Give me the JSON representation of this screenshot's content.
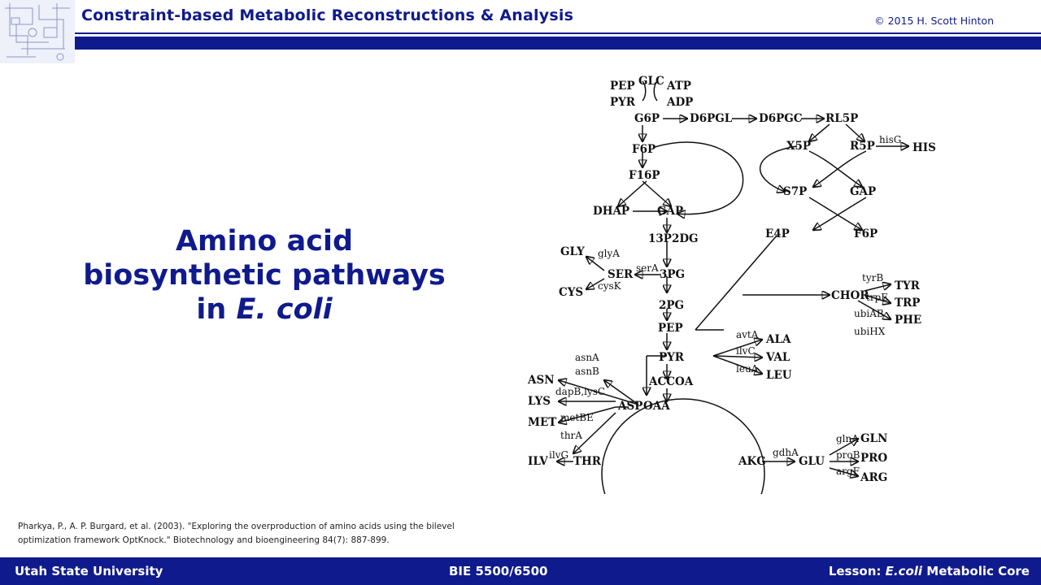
{
  "header": {
    "title": "Constraint-based Metabolic Reconstructions & Analysis",
    "copyright": "© 2015 H. Scott Hinton"
  },
  "slide": {
    "title_line1": "Amino acid",
    "title_line2": "biosynthetic pathways",
    "title_line3_prefix": "in ",
    "title_line3_italic": "E. coli"
  },
  "citation": {
    "text": "Pharkya, P., A. P. Burgard, et al. (2003). \"Exploring the overproduction of amino acids using the bilevel optimization framework OptKnock.\" Biotechnology and bioengineering 84(7): 887-899."
  },
  "footer": {
    "left": "Utah State University",
    "middle": "BIE 5500/6500",
    "right_prefix": "Lesson: ",
    "right_italic": "E.coli",
    "right_suffix": " Metabolic Core"
  },
  "colors": {
    "brand_blue": "#0f1a8c",
    "background": "#ffffff"
  },
  "diagram": {
    "metabolites": {
      "glc": "GLC",
      "pep_top": "PEP",
      "atp": "ATP",
      "pyr_top": "PYR",
      "adp": "ADP",
      "g6p": "G6P",
      "d6pgl": "D6PGL",
      "d6pgc": "D6PGC",
      "rl5p": "RL5P",
      "x5p": "X5P",
      "r5p": "R5P",
      "his": "HIS",
      "f6p": "F6P",
      "f16p": "F16P",
      "s7p": "S7P",
      "gap_right": "GAP",
      "dhap": "DHAP",
      "gap": "GAP",
      "e4p": "E4P",
      "f6p_right": "F6P",
      "g13p2": "13P2DG",
      "gly": "GLY",
      "ser": "SER",
      "g3p": "3PG",
      "cys": "CYS",
      "g2p": "2PG",
      "pep": "PEP",
      "chor": "CHOR",
      "tyr": "TYR",
      "trp": "TRP",
      "phe": "PHE",
      "pyr": "PYR",
      "ala": "ALA",
      "val": "VAL",
      "leu": "LEU",
      "accoa": "ACCOA",
      "asn": "ASN",
      "lys": "LYS",
      "met": "MET",
      "ilv": "ILV",
      "asp": "ASP",
      "oaa": "OAA",
      "thr": "THR",
      "akg": "AKG",
      "glu": "GLU",
      "gln": "GLN",
      "pro": "PRO",
      "arg": "ARG"
    },
    "genes": {
      "hisg": "hisG",
      "glya": "glyA",
      "sera": "serA",
      "cysk": "cysK",
      "tyrb": "tyrB",
      "trpe": "trpE",
      "ubiab": "ubiAB",
      "ubihx": "ubiHX",
      "avta": "avtA",
      "ilvc": "ilvC",
      "leua": "leuA",
      "asna": "asnA",
      "asnb": "asnB",
      "dapb": "dapB,lysC",
      "metbe": "metBE",
      "thra": "thrA",
      "ilvg": "ilvG",
      "gdha": "gdhA",
      "glna": "glnA",
      "prob": "proB",
      "argf": "argF"
    }
  }
}
